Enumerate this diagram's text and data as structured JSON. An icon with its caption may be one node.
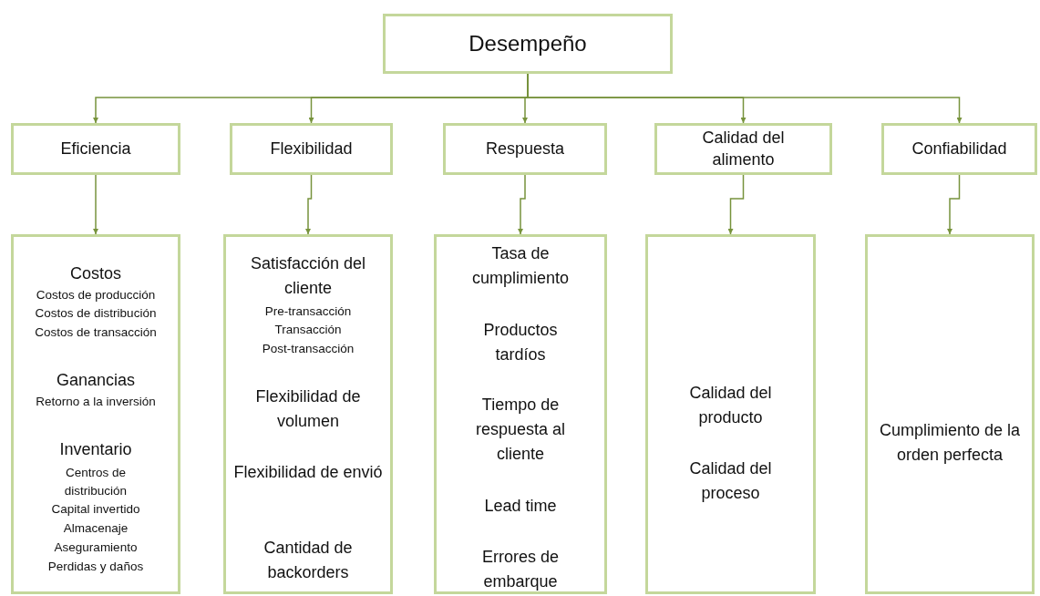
{
  "diagram": {
    "nodes": [
      {
        "text": [
          "Desempeño"
        ]
      },
      {
        "text": [
          "Eficiencia"
        ]
      },
      {
        "text": [
          "Flexibilidad"
        ]
      },
      {
        "text": [
          "Respuesta"
        ]
      },
      {
        "text": [
          "Calidad del alimento"
        ]
      },
      {
        "text": [
          "Confiabilidad"
        ]
      },
      {
        "text": [
          "Costos",
          "Costos de producción",
          "Costos de distribución",
          "Costos de transacción",
          "Ganancias",
          "Retorno a la inversión",
          "Inventario",
          "Centros de distribución",
          "Capital invertido",
          "Almacenaje",
          "Aseguramiento",
          "Perdidas y daños"
        ]
      },
      {
        "text": [
          "Satisfacción del cliente",
          "Pre-transacción",
          "Transacción",
          "Post-transacción",
          "Flexibilidad de volumen",
          "Flexibilidad de envió",
          "Cantidad de backorders"
        ]
      },
      {
        "text": [
          "Tasa de cumplimiento",
          "Productos tardíos",
          "Tiempo de respuesta al cliente",
          "Lead time",
          "Errores de embarque"
        ]
      },
      {
        "text": [
          "Calidad del producto",
          "Calidad del proceso"
        ]
      },
      {
        "text": [
          "Cumplimiento de la orden perfecta"
        ]
      }
    ],
    "edges": [
      {
        "from": 0,
        "to": 1,
        "arrow": "to"
      },
      {
        "from": 0,
        "to": 2,
        "arrow": "to"
      },
      {
        "from": 0,
        "to": 3,
        "arrow": "to"
      },
      {
        "from": 0,
        "to": 4,
        "arrow": "to"
      },
      {
        "from": 0,
        "to": 5,
        "arrow": "to"
      },
      {
        "from": 1,
        "to": 6,
        "arrow": "to"
      },
      {
        "from": 2,
        "to": 7,
        "arrow": "to"
      },
      {
        "from": 3,
        "to": 8,
        "arrow": "to"
      },
      {
        "from": 4,
        "to": 9,
        "arrow": "to"
      },
      {
        "from": 5,
        "to": 10,
        "arrow": "to"
      }
    ]
  }
}
